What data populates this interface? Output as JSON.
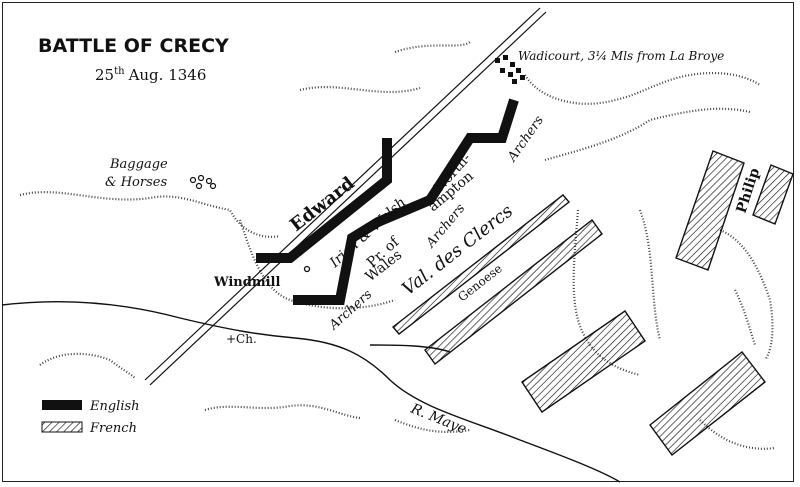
{
  "title": "BATTLE OF CRECY",
  "date": {
    "day": "25",
    "suffix": "th",
    "rest": "Aug. 1346"
  },
  "places": {
    "wadicourt": "Wadicourt, 3¼ Mls from La Broye",
    "baggage_line1": "Baggage",
    "baggage_line2": "& Horses",
    "windmill": "Windmill",
    "church": "+Ch.",
    "river": "R.  Maye"
  },
  "english_labels": {
    "edward": "Edward",
    "irish_welsh": "Irish & Welsh",
    "northampton_1": "North-",
    "northampton_2": "ampton",
    "archers_north": "Archers",
    "prince_1": "Pr. of",
    "prince_2": "Wales",
    "archers_center": "Archers",
    "archers_south": "Archers"
  },
  "french_labels": {
    "val_des_clercs": "Val. des Clercs",
    "genoese": "Genoese",
    "philip": "Philip"
  },
  "legend": {
    "english": "English",
    "french": "French"
  },
  "colors": {
    "english": "#111111",
    "french_hatch": "#111111",
    "background": "#ffffff"
  }
}
